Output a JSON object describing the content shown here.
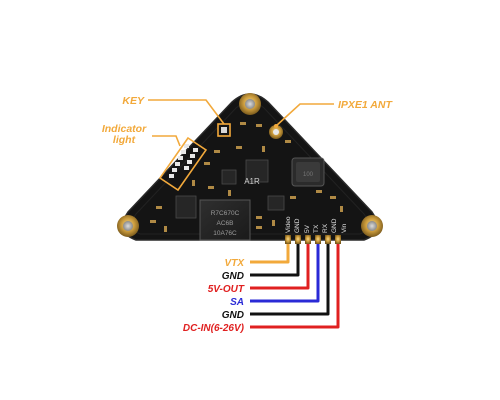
{
  "callouts": {
    "key": "KEY",
    "indicator_line1": "Indicator",
    "indicator_line2": "light",
    "antenna": "IPXE1 ANT"
  },
  "board": {
    "model": "A1R",
    "chip_line1": "R7C670C",
    "chip_line2": "AC6B",
    "chip_line3": "10A76C",
    "pad_labels": [
      "Video",
      "GND",
      "5V",
      "TX",
      "RX",
      "GND",
      "Vin"
    ]
  },
  "wires": [
    {
      "label": "VTX",
      "color": "#f2a93b"
    },
    {
      "label": "GND",
      "color": "#111111"
    },
    {
      "label": "5V-OUT",
      "color": "#e02020"
    },
    {
      "label": "SA",
      "color": "#2a2ad6"
    },
    {
      "label": "GND",
      "color": "#111111"
    },
    {
      "label": "DC-IN(6-26V)",
      "color": "#e02020"
    }
  ],
  "colors": {
    "callout": "#f2a93b",
    "pcb": "#141414",
    "pad_gold": "#c99a3c"
  }
}
